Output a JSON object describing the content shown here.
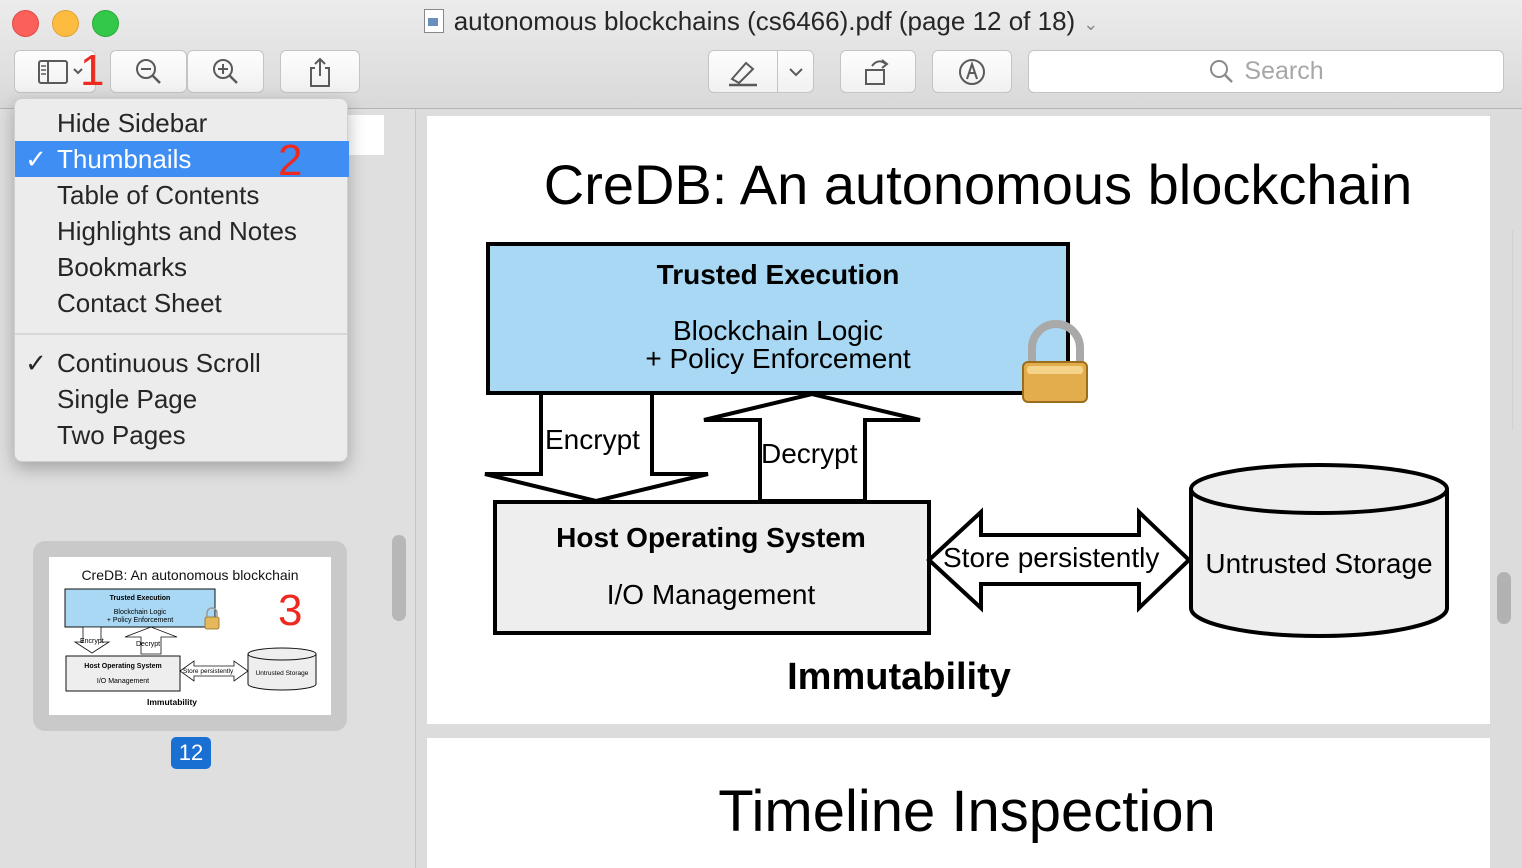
{
  "window": {
    "title": "autonomous blockchains (cs6466).pdf (page 12 of 18)",
    "title_chevron": "⌄"
  },
  "toolbar": {
    "sidebar_toggle_icon": "sidebar-icon",
    "zoom_out_icon": "zoom-out-icon",
    "zoom_in_icon": "zoom-in-icon",
    "share_icon": "share-icon",
    "markup_icon": "highlighter-icon",
    "rotate_icon": "rotate-icon",
    "annotate_icon": "markup-pen-icon",
    "search_placeholder": "Search"
  },
  "annotations": {
    "one": "1",
    "two": "2",
    "three": "3"
  },
  "view_menu": {
    "items": [
      {
        "label": "Hide Sidebar",
        "checked": false
      },
      {
        "label": "Thumbnails",
        "checked": true,
        "selected": true
      },
      {
        "label": "Table of Contents",
        "checked": false
      },
      {
        "label": "Highlights and Notes",
        "checked": false
      },
      {
        "label": "Bookmarks",
        "checked": false
      },
      {
        "label": "Contact Sheet",
        "checked": false
      },
      {
        "label": "Continuous Scroll",
        "checked": true
      },
      {
        "label": "Single Page",
        "checked": false
      },
      {
        "label": "Two Pages",
        "checked": false
      }
    ],
    "check_glyph": "✓"
  },
  "sidebar": {
    "thumbnail": {
      "title": "CreDB: An autonomous blockchain",
      "page_number": "12"
    }
  },
  "slide": {
    "title": "CreDB: An autonomous blockchain",
    "trusted_box": {
      "heading": "Trusted Execution",
      "line1": "Blockchain Logic",
      "line2": "+ Policy Enforcement",
      "fill": "#a8d8f4"
    },
    "encrypt_label": "Encrypt",
    "decrypt_label": "Decrypt",
    "host_box": {
      "heading": "Host Operating System",
      "line1": "I/O Management",
      "fill": "#eeeeee"
    },
    "store_label": "Store persistently",
    "storage_label": "Untrusted Storage",
    "footer": "Immutability"
  },
  "next_slide": {
    "title": "Timeline Inspection"
  },
  "colors": {
    "selection": "#3f8ef3",
    "annotation_red": "#ee2a20",
    "page_badge": "#1a6fd3"
  }
}
